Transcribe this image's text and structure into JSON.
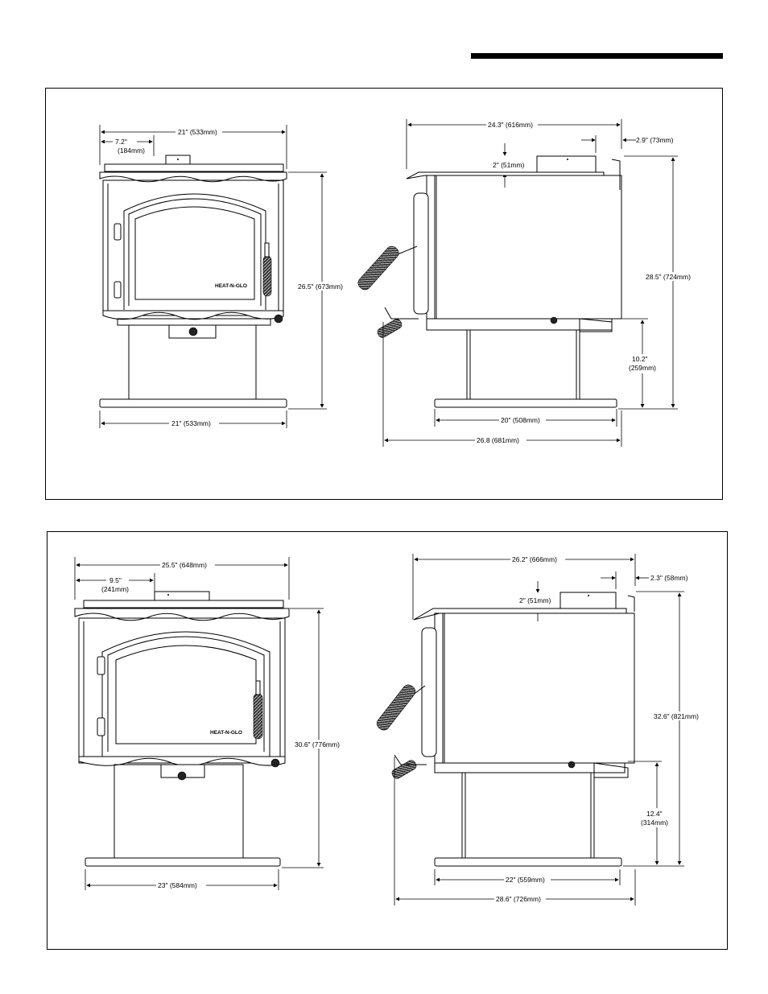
{
  "panel1": {
    "front": {
      "overall_width": "21\" (533mm)",
      "flue_offset": "7.2\"",
      "flue_offset_mm": "(184mm)",
      "height": "26.5\" (673mm)",
      "base_width": "21\" (533mm)",
      "logo": "HEAT-N-GLO"
    },
    "side": {
      "overall_depth": "24.3\" (616mm)",
      "rear_offset": "2.9\" (73mm)",
      "collar_height": "2\" (51mm)",
      "height": "28.5\" (724mm)",
      "leg_height": "10.2\"",
      "leg_height_mm": "(259mm)",
      "base_depth": "20\" (508mm)",
      "total_depth": "26.8 (681mm)"
    }
  },
  "panel2": {
    "front": {
      "overall_width": "25.5\" (648mm)",
      "flue_offset": "9.5\"",
      "flue_offset_mm": "(241mm)",
      "height": "30.6\" (776mm)",
      "base_width": "23\" (584mm)",
      "logo": "HEAT-N-GLO"
    },
    "side": {
      "overall_depth": "26.2\" (666mm)",
      "rear_offset": "2.3\" (58mm)",
      "collar_height": "2\" (51mm)",
      "height": "32.6\" (821mm)",
      "leg_height": "12.4\"",
      "leg_height_mm": "(314mm)",
      "base_depth": "22\" (559mm)",
      "total_depth": "28.6\" (726mm)"
    }
  }
}
